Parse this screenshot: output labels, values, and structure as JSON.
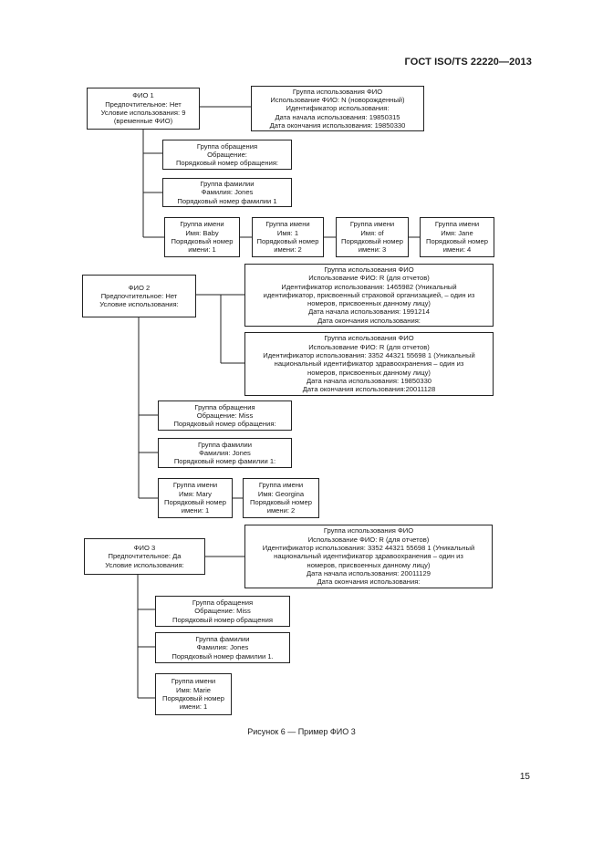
{
  "header": {
    "doc_id": "ГОСТ ISO/TS 22220—2013"
  },
  "diagram": {
    "fio1": {
      "name": {
        "l1": "ФИО 1",
        "l2": "Предпочтительное: Нет",
        "l3": "Условие использования: 9",
        "l4": "(временные ФИО)"
      },
      "usage": {
        "l1": "Группа использования ФИО",
        "l2": "Использование ФИО: N (новорожденный)",
        "l3": "Идентификатор использования:",
        "l4": "Дата начала использования: 19850315",
        "l5": "Дата окончания использования: 19850330"
      },
      "address": {
        "l1": "Группа обращения",
        "l2": "Обращение:",
        "l3": "Порядковый номер обращения:"
      },
      "surname": {
        "l1": "Группа фамилии",
        "l2": "Фамилия: Jones",
        "l3": "Порядковый номер фамилии 1"
      },
      "given1": {
        "l1": "Группа имени",
        "l2": "Имя: Baby",
        "l3": "Порядковый номер",
        "l4": "имени: 1"
      },
      "given2": {
        "l1": "Группа имени",
        "l2": "Имя: 1",
        "l3": "Порядковый номер",
        "l4": "имени: 2"
      },
      "given3": {
        "l1": "Группа имени",
        "l2": "Имя: of",
        "l3": "Порядковый номер",
        "l4": "имени: 3"
      },
      "given4": {
        "l1": "Группа имени",
        "l2": "Имя: Jane",
        "l3": "Порядковый номер",
        "l4": "имени: 4"
      }
    },
    "fio2": {
      "name": {
        "l1": "ФИО 2",
        "l2": "Предпочтительное: Нет",
        "l3": "Условие использования:"
      },
      "usage1": {
        "l1": "Группа использования ФИО",
        "l2": "Использование ФИО: R (для отчетов)",
        "l3": "Идентификатор использования: 1465982 (Уникальный",
        "l4": "идентификатор, присвоенный страховой организацией, – один из",
        "l5": "номеров, присвоенных данному лицу)",
        "l6": "Дата начала использования: 1991214",
        "l7": "Дата окончания использования:"
      },
      "usage2": {
        "l1": "Группа использования ФИО",
        "l2": "Использование ФИО: R (для отчетов)",
        "l3": "Идентификатор использования: 3352 44321 55698 1 (Уникальный",
        "l4": "национальный идентификатор здравоохранения – один из",
        "l5": "номеров, присвоенных данному лицу)",
        "l6": "Дата начала использования: 19850330",
        "l7": "Дата окончания использования:20011128"
      },
      "address": {
        "l1": "Группа обращения",
        "l2": "Обращение: Miss",
        "l3": "Порядковый номер обращения:"
      },
      "surname": {
        "l1": "Группа фамилии",
        "l2": "Фамилия: Jones",
        "l3": "Порядковый номер фамилии 1:"
      },
      "given1": {
        "l1": "Группа имени",
        "l2": "Имя: Mary",
        "l3": "Порядковый номер",
        "l4": "имени: 1"
      },
      "given2": {
        "l1": "Группа имени",
        "l2": "Имя: Georgina",
        "l3": "Порядковый номер",
        "l4": "имени: 2"
      }
    },
    "fio3": {
      "name": {
        "l1": "ФИО 3",
        "l2": "Предпочтительное: Да",
        "l3": "Условие использования:"
      },
      "usage": {
        "l1": "Группа использования ФИО",
        "l2": "Использование ФИО: R (для отчетов)",
        "l3": "Идентификатор использования: 3352 44321 55698 1 (Уникальный",
        "l4": "национальный идентификатор здравоохранения – один из",
        "l5": "номеров, присвоенных данному лицу)",
        "l6": "Дата начала использования: 20011129",
        "l7": "Дата окончания использования:"
      },
      "address": {
        "l1": "Группа обращения",
        "l2": "Обращение: Miss",
        "l3": "Порядковый номер обращения"
      },
      "surname": {
        "l1": "Группа фамилии",
        "l2": "Фамилия: Jones",
        "l3": "Порядковый номер фамилии 1."
      },
      "given1": {
        "l1": "Группа имени",
        "l2": "Имя: Marie",
        "l3": "Порядковый номер",
        "l4": "имени: 1"
      }
    }
  },
  "caption": "Рисунок 6 — Пример ФИО 3",
  "page_number": "15"
}
